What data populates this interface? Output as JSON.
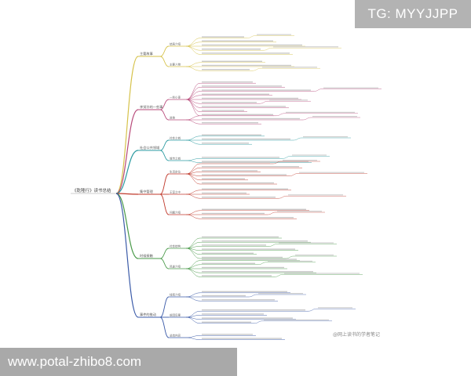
{
  "root": {
    "label": "《乾隆行》读书总结"
  },
  "branches": [
    {
      "label": "主要故事",
      "color": "#d6c24a",
      "children": [
        {
          "label": "结局介绍",
          "color": "#d6c24a",
          "leaves": 5
        },
        {
          "label": "主要人物",
          "color": "#d6c24a",
          "leaves": 3
        }
      ]
    },
    {
      "label": "李贤孙的一些事",
      "color": "#b84a7a",
      "children": [
        {
          "label": "一些小事",
          "color": "#b84a7a",
          "leaves": 9
        },
        {
          "label": "其他",
          "color": "#b84a7a",
          "leaves": 3
        }
      ]
    },
    {
      "label": "社会公共领域",
      "color": "#2a9aa0",
      "children": [
        {
          "label": "社会之城",
          "color": "#2a9aa0",
          "leaves": 3
        },
        {
          "label": "城市之城",
          "color": "#2a9aa0",
          "leaves": 2
        }
      ]
    },
    {
      "label": "集中管理",
      "color": "#c0392b",
      "children": [
        {
          "label": "生活定位",
          "color": "#c0392b",
          "leaves": 6
        },
        {
          "label": "王室之中",
          "color": "#c0392b",
          "leaves": 3
        },
        {
          "label": "问题介绍",
          "color": "#c0392b",
          "leaves": 3
        }
      ]
    },
    {
      "label": "时候接触",
      "color": "#4a9a4a",
      "children": [
        {
          "label": "社会结构",
          "color": "#4a9a4a",
          "leaves": 6
        },
        {
          "label": "风景介绍",
          "color": "#4a9a4a",
          "leaves": 5
        }
      ]
    },
    {
      "label": "事件的推动",
      "color": "#3a5aa8",
      "children": [
        {
          "label": "线索介绍",
          "color": "#3a5aa8",
          "leaves": 3
        },
        {
          "label": "前因后果",
          "color": "#3a5aa8",
          "leaves": 4
        },
        {
          "label": "总结内容",
          "color": "#3a5aa8",
          "leaves": 2
        }
      ]
    }
  ],
  "overlays": {
    "top_tag": "TG: MYYJJPP",
    "bottom_url": "www.potal-zhibo8.com",
    "watermark": "@网上读书的学者笔记"
  }
}
